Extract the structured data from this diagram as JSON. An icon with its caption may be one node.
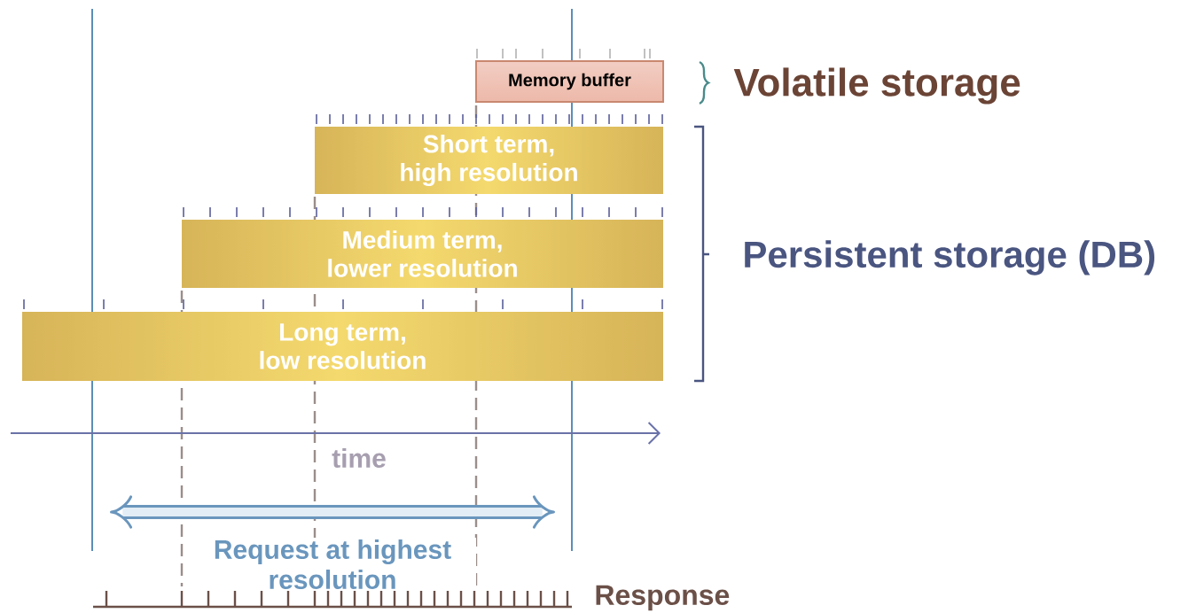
{
  "diagram": {
    "nodes": [
      {
        "text": [
          "Memory buffer"
        ]
      },
      {
        "text": [
          "Short term, high resolution"
        ]
      },
      {
        "text": [
          "Medium term, lower resolution"
        ]
      },
      {
        "text": [
          "Long term, low resolution"
        ]
      }
    ],
    "labels": [
      "Volatile storage",
      "Persistent storage (DB)",
      "time",
      "Request at highest resolution",
      "Response"
    ]
  }
}
